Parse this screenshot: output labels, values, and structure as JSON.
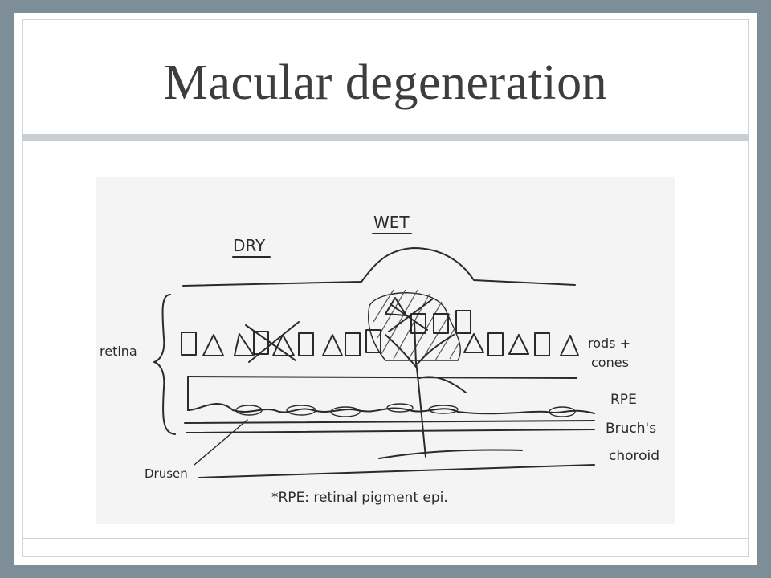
{
  "slide": {
    "title": "Macular degeneration"
  },
  "diagram": {
    "labels": {
      "wet": "WET",
      "dry": "DRY",
      "retina": "retina",
      "rods_cones_1": "rods +",
      "rods_cones_2": "cones",
      "rpe": "RPE",
      "bruchs": "Bruch's",
      "choroid": "choroid",
      "drusen": "Drusen",
      "footnote": "*RPE: retinal pigment epi."
    }
  }
}
